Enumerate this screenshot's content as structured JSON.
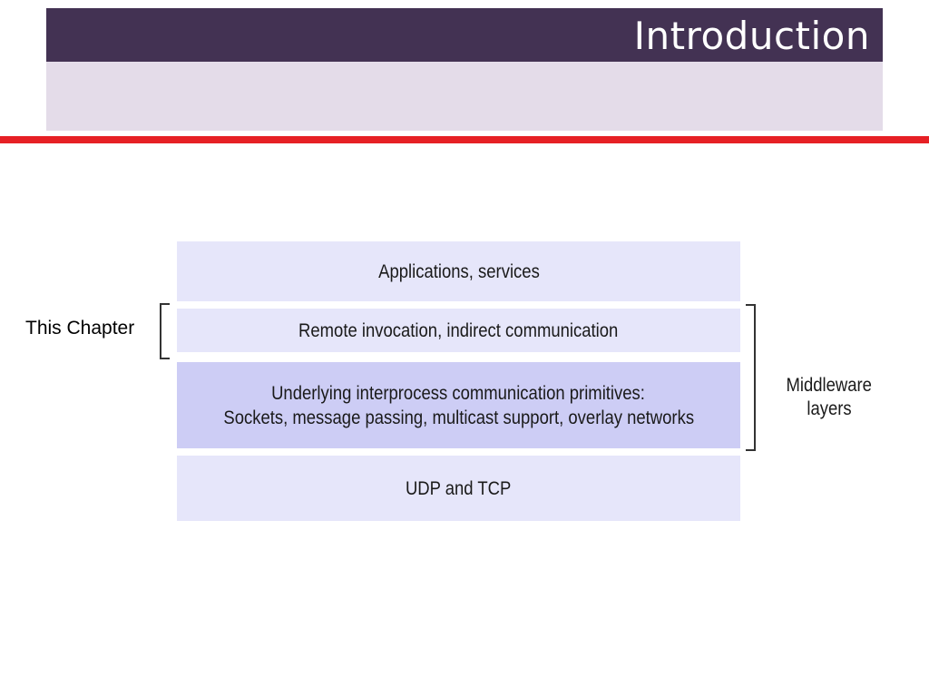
{
  "header": {
    "title": "Introduction"
  },
  "diagram": {
    "layers": [
      {
        "lines": [
          "Applications, services"
        ]
      },
      {
        "lines": [
          "Remote invocation, indirect communication"
        ]
      },
      {
        "lines": [
          "Underlying interprocess communication primitives:",
          "Sockets, message passing, multicast support, overlay networks"
        ]
      },
      {
        "lines": [
          "UDP and TCP"
        ]
      }
    ],
    "this_chapter_label": "This Chapter",
    "middleware_label": [
      "Middleware",
      "layers"
    ]
  },
  "colors": {
    "title_bar": "#433253",
    "subtitle_band": "#e4dce9",
    "red_rule": "#e62025",
    "layer_light": "#e6e6fa",
    "layer_highlight": "#cdcdf5"
  }
}
